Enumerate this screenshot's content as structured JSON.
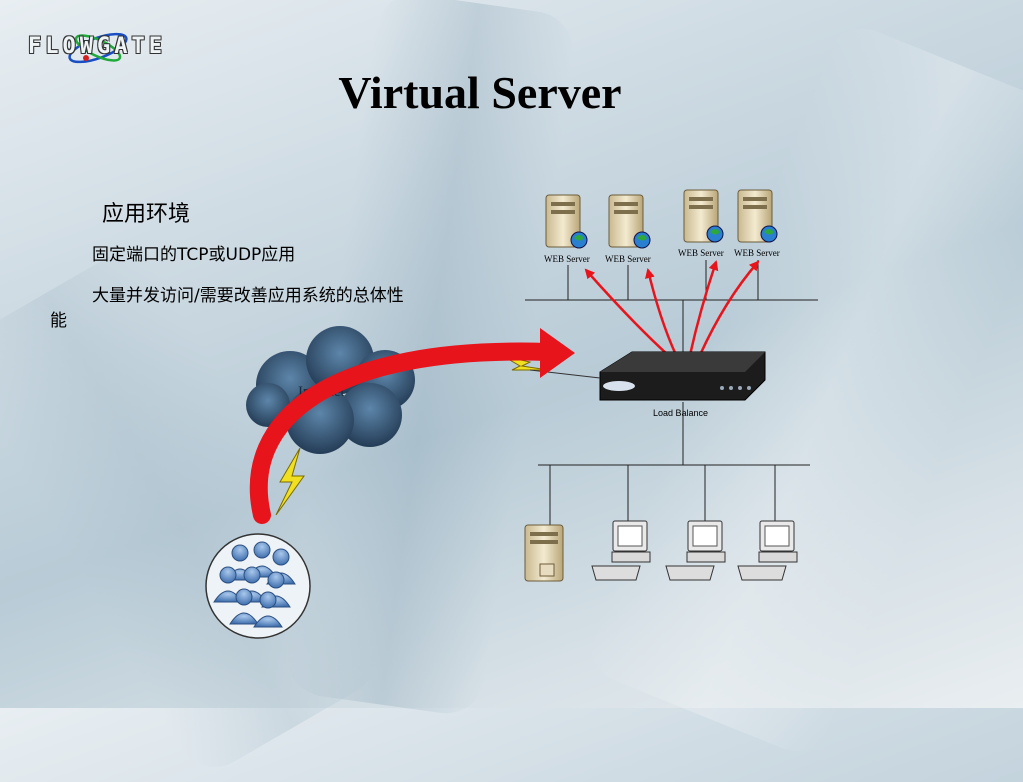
{
  "logo": {
    "text": "FLOWGATE"
  },
  "title": "Virtual Server",
  "content": {
    "heading": "应用环境",
    "line1": "固定端口的TCP或UDP应用",
    "line2": "大量并发访问/需要改善应用系统的总体性",
    "line2_wrap": "能"
  },
  "diagram": {
    "servers": [
      {
        "label": "WEB  Server"
      },
      {
        "label": "WEB  Server"
      },
      {
        "label": "WEB  Server"
      },
      {
        "label": "WEB  Server"
      }
    ],
    "cloud_label": "Internet",
    "balancer_label": "Load Balance",
    "colors": {
      "arrow": "#e8141c",
      "links": "#e8141c",
      "cloud": "#2a4a66",
      "users": "#6a9ad0"
    }
  }
}
